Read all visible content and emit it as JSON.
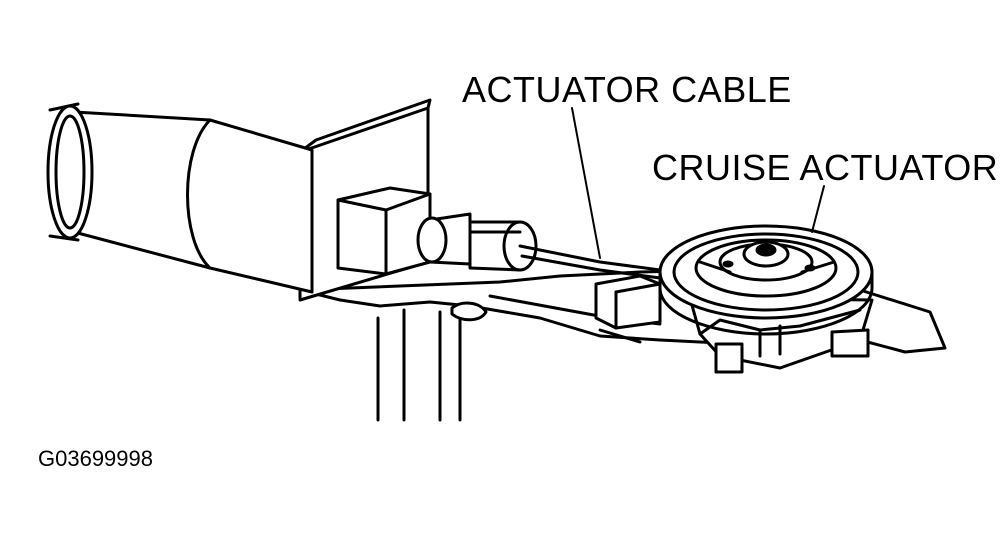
{
  "labels": {
    "actuator_cable": "ACTUATOR CABLE",
    "cruise_actuator": "CRUISE ACTUATOR",
    "figure_id": "G03699998"
  },
  "colors": {
    "ink": "#000000",
    "background": "#ffffff"
  }
}
